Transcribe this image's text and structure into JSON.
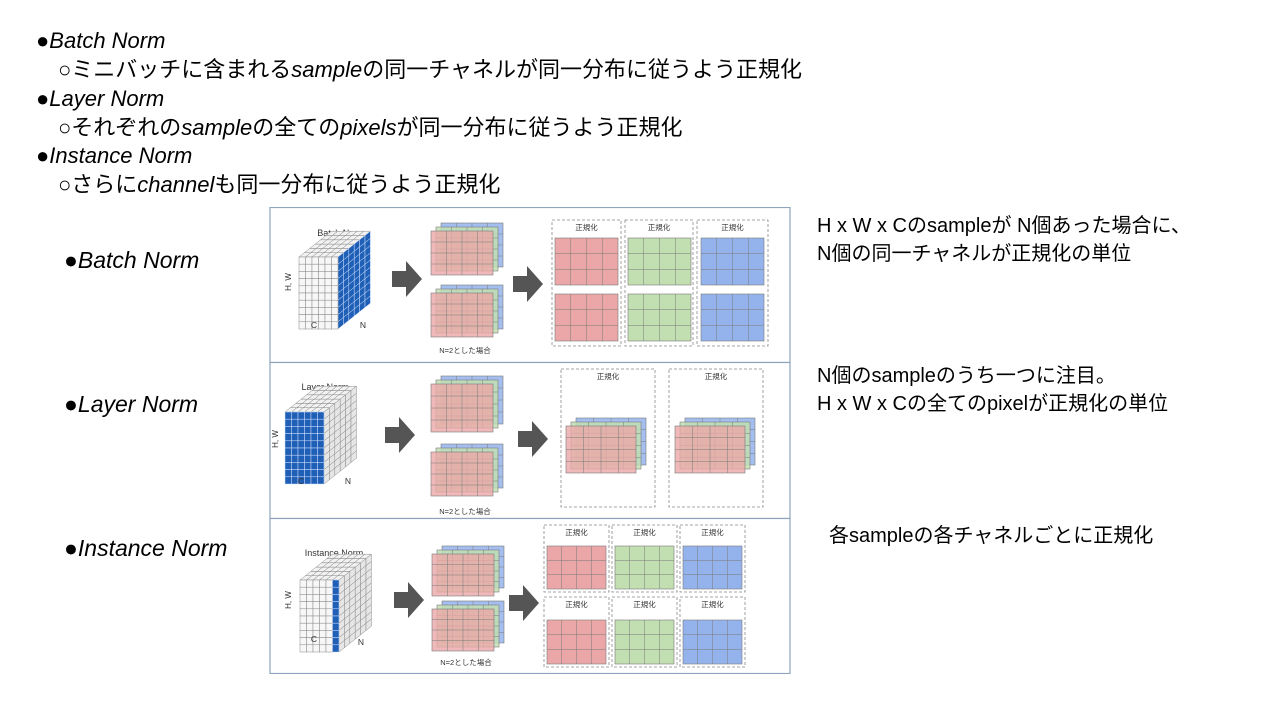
{
  "bullets": [
    {
      "title": "Batch Norm",
      "sub": {
        "a": "○ミニバッチに含まれる",
        "b": "sample",
        "c": "の同一チャネルが同一分布に従うよう正規化"
      }
    },
    {
      "title": "Layer Norm",
      "sub": {
        "a": "○それぞれの",
        "b": "sample",
        "c": "の全ての",
        "d": "pixels",
        "e": "が同一分布に従うよう正規化"
      }
    },
    {
      "title": "Instance Norm",
      "sub": {
        "a": "○さらに",
        "b": "channel",
        "c": "も同一分布に従うよう正規化"
      }
    }
  ],
  "bullet_dot": "●",
  "rows": [
    {
      "label": "Batch Norm",
      "panel_title": "Batch Norm",
      "desc1": "H x W x Cのsampleが N個あった場合に、",
      "desc2": "N個の同一チャネルが正規化の単位"
    },
    {
      "label": "Layer Norm",
      "panel_title": "Layer Norm",
      "desc1": "N個のsampleのうち一つに注目。",
      "desc2": "H x W x Cの全てのpixelが正規化の単位"
    },
    {
      "label": "Instance Norm",
      "panel_title": "Instance Norm",
      "desc1": "各sampleの各チャネルごとに正規化",
      "desc2": ""
    }
  ],
  "cube_labels": {
    "hw": "H, W",
    "c": "C",
    "n": "N"
  },
  "n2_label": "N=2とした場合",
  "group_label": "正規化",
  "colors": {
    "red": "#eba7a7",
    "green": "#c2dfb2",
    "blue": "#94b3ec",
    "cubeBlue": "#1f5fb5",
    "arrow": "#555555",
    "border": "#8ea3bd"
  }
}
